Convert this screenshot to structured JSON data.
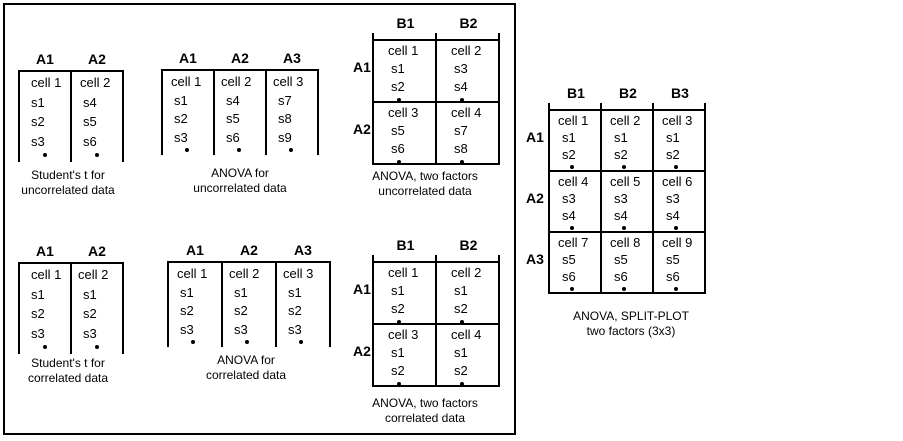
{
  "one_way": {
    "headers2": [
      "A1",
      "A2"
    ],
    "headers3": [
      "A1",
      "A2",
      "A3"
    ],
    "uncorr_t": [
      [
        "cell 1",
        "s1",
        "s2",
        "s3"
      ],
      [
        "cell 2",
        "s4",
        "s5",
        "s6"
      ]
    ],
    "uncorr_anova": [
      [
        "cell 1",
        "s1",
        "s2",
        "s3"
      ],
      [
        "cell 2",
        "s4",
        "s5",
        "s6"
      ],
      [
        "cell 3",
        "s7",
        "s8",
        "s9"
      ]
    ],
    "corr_t": [
      [
        "cell 1",
        "s1",
        "s2",
        "s3"
      ],
      [
        "cell 2",
        "s1",
        "s2",
        "s3"
      ]
    ],
    "corr_anova": [
      [
        "cell 1",
        "s1",
        "s2",
        "s3"
      ],
      [
        "cell 2",
        "s1",
        "s2",
        "s3"
      ],
      [
        "cell 3",
        "s1",
        "s2",
        "s3"
      ]
    ]
  },
  "two_factor": {
    "col_headers": [
      "B1",
      "B2"
    ],
    "row_headers": [
      "A1",
      "A2"
    ],
    "uncorr": [
      [
        [
          "cell 1",
          "s1",
          "s2"
        ],
        [
          "cell 2",
          "s3",
          "s4"
        ]
      ],
      [
        [
          "cell 3",
          "s5",
          "s6"
        ],
        [
          "cell 4",
          "s7",
          "s8"
        ]
      ]
    ],
    "corr": [
      [
        [
          "cell 1",
          "s1",
          "s2"
        ],
        [
          "cell 2",
          "s1",
          "s2"
        ]
      ],
      [
        [
          "cell 3",
          "s1",
          "s2"
        ],
        [
          "cell 4",
          "s1",
          "s2"
        ]
      ]
    ]
  },
  "split_plot": {
    "col_headers": [
      "B1",
      "B2",
      "B3"
    ],
    "row_headers": [
      "A1",
      "A2",
      "A3"
    ],
    "cells": [
      [
        [
          "cell 1",
          "s1",
          "s2"
        ],
        [
          "cell 2",
          "s1",
          "s2"
        ],
        [
          "cell 3",
          "s1",
          "s2"
        ]
      ],
      [
        [
          "cell 4",
          "s3",
          "s4"
        ],
        [
          "cell 5",
          "s3",
          "s4"
        ],
        [
          "cell 6",
          "s3",
          "s4"
        ]
      ],
      [
        [
          "cell 7",
          "s5",
          "s6"
        ],
        [
          "cell 8",
          "s5",
          "s6"
        ],
        [
          "cell 9",
          "s5",
          "s6"
        ]
      ]
    ]
  },
  "captions": {
    "uncorr_t": [
      "Student's  t  for",
      "uncorrelated data"
    ],
    "uncorr_anova": [
      "ANOVA    for",
      "uncorrelated data"
    ],
    "uncorr_two": [
      "ANOVA, two factors",
      "uncorrelated data"
    ],
    "corr_t": [
      "Student's  t  for",
      "correlated data"
    ],
    "corr_anova": [
      "ANOVA    for",
      "correlated data"
    ],
    "corr_two": [
      "ANOVA, two factors",
      "correlated data"
    ],
    "split_plot": [
      "ANOVA, SPLIT-PLOT",
      "two factors   (3x3)"
    ]
  }
}
